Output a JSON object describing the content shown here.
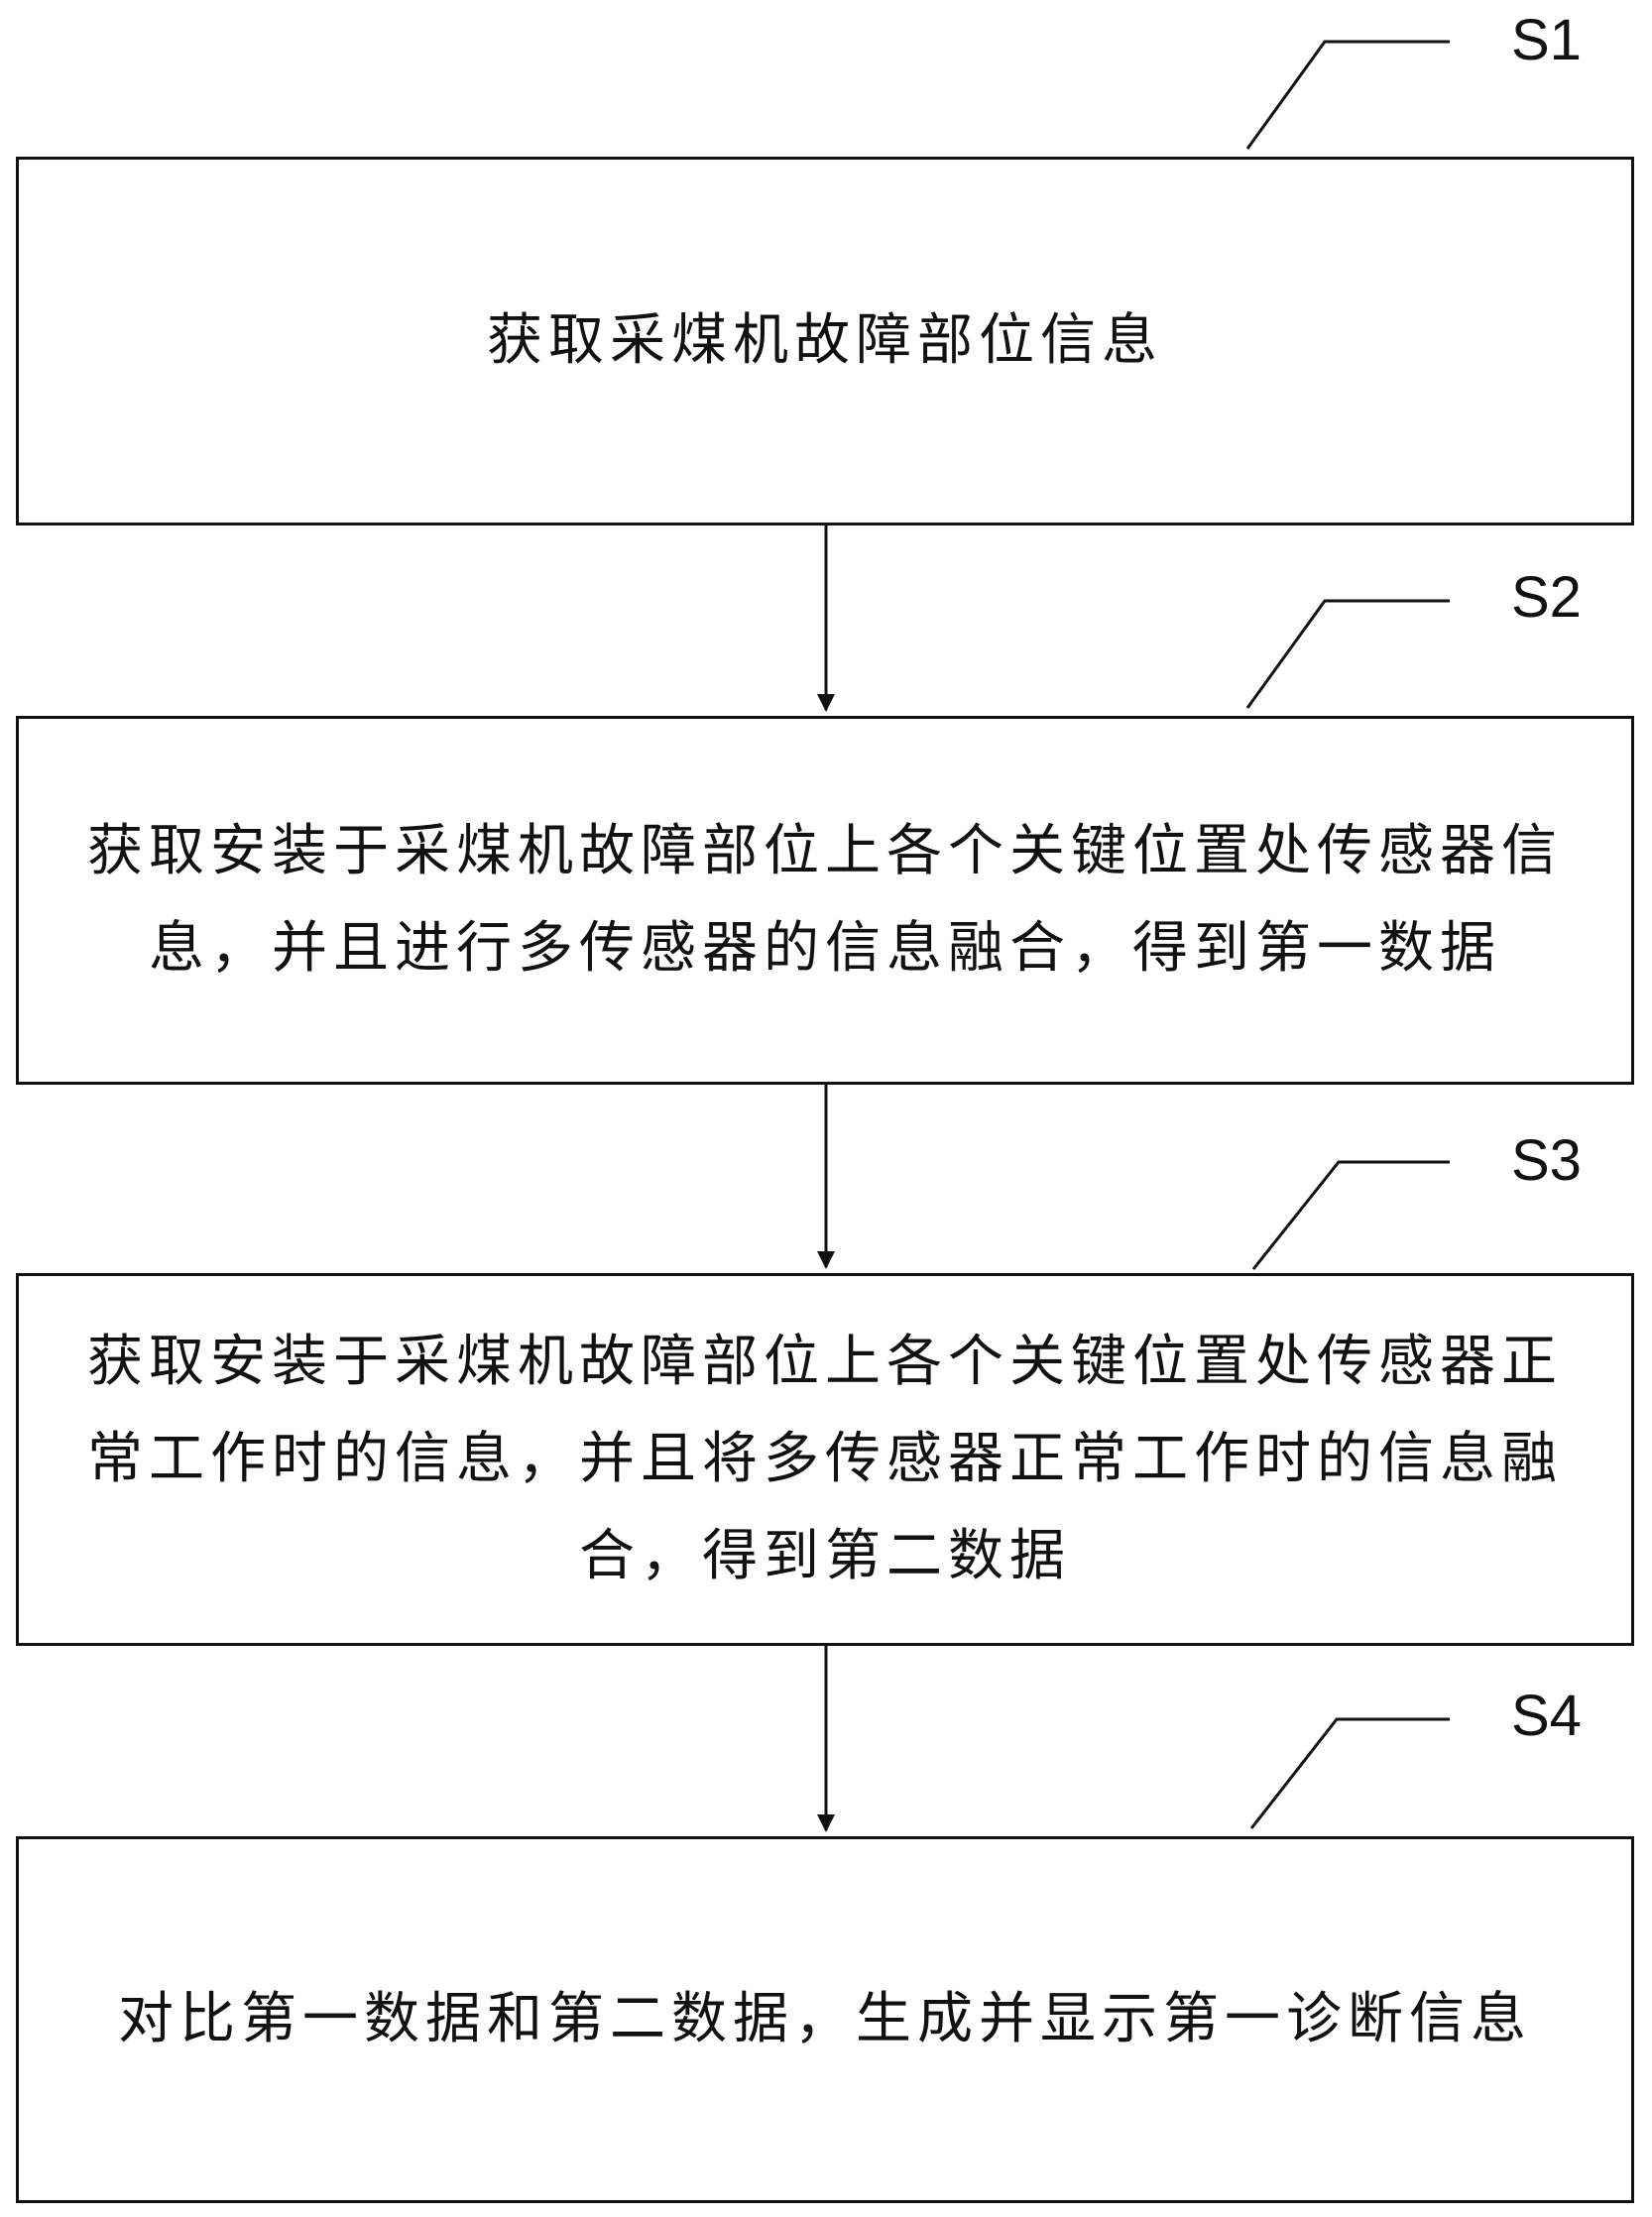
{
  "steps": [
    {
      "id": "S1",
      "label": "S1",
      "text": "获取采煤机故障部位信息"
    },
    {
      "id": "S2",
      "label": "S2",
      "text": "获取安装于采煤机故障部位上各个关键位置处传感器信息，并且进行多传感器的信息融合，得到第一数据"
    },
    {
      "id": "S3",
      "label": "S3",
      "text": "获取安装于采煤机故障部位上各个关键位置处传感器正常工作时的信息，并且将多传感器正常工作时的信息融合，得到第二数据"
    },
    {
      "id": "S4",
      "label": "S4",
      "text": "对比第一数据和第二数据，生成并显示第一诊断信息"
    }
  ],
  "colors": {
    "stroke": "#111111",
    "background": "#ffffff"
  }
}
